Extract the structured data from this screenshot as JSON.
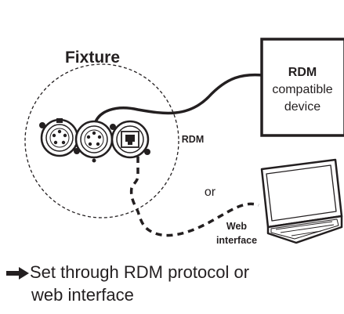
{
  "diagram": {
    "fixture_label": "Fixture",
    "rdm_link_label": "RDM",
    "device_label_bold": "RDM",
    "device_label_line2": "compatible",
    "device_label_line3": "device",
    "or_label": "or",
    "web_label_line1": "Web",
    "web_label_line2": "interface"
  },
  "caption": {
    "line1": "Set through RDM protocol or",
    "line2": "web interface"
  },
  "icons": [
    "arrow-right-icon",
    "xlr-connector-icon",
    "ethernet-port-icon",
    "laptop-icon"
  ]
}
